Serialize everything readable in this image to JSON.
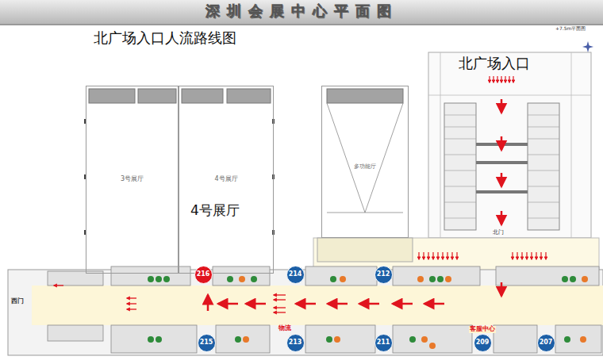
{
  "diagram": {
    "title": "深圳会展中心平面图",
    "nodes": [
      {
        "text": [
          "3号展厅"
        ]
      },
      {
        "text": [
          "4号展厅"
        ]
      },
      {
        "text": [
          "多功能厅"
        ]
      },
      {
        "text": [
          "216"
        ]
      },
      {
        "text": [
          "214"
        ]
      },
      {
        "text": [
          "212"
        ]
      },
      {
        "text": [
          "215"
        ]
      },
      {
        "text": [
          "213"
        ]
      },
      {
        "text": [
          "211"
        ]
      },
      {
        "text": [
          "209"
        ]
      },
      {
        "text": [
          "207"
        ]
      }
    ],
    "labels": [
      "北广场入口人流路线图",
      "北广场入口",
      "4号展厅",
      "北门",
      "西门",
      "+7.5m平面图",
      "客服中心",
      "物流"
    ]
  }
}
